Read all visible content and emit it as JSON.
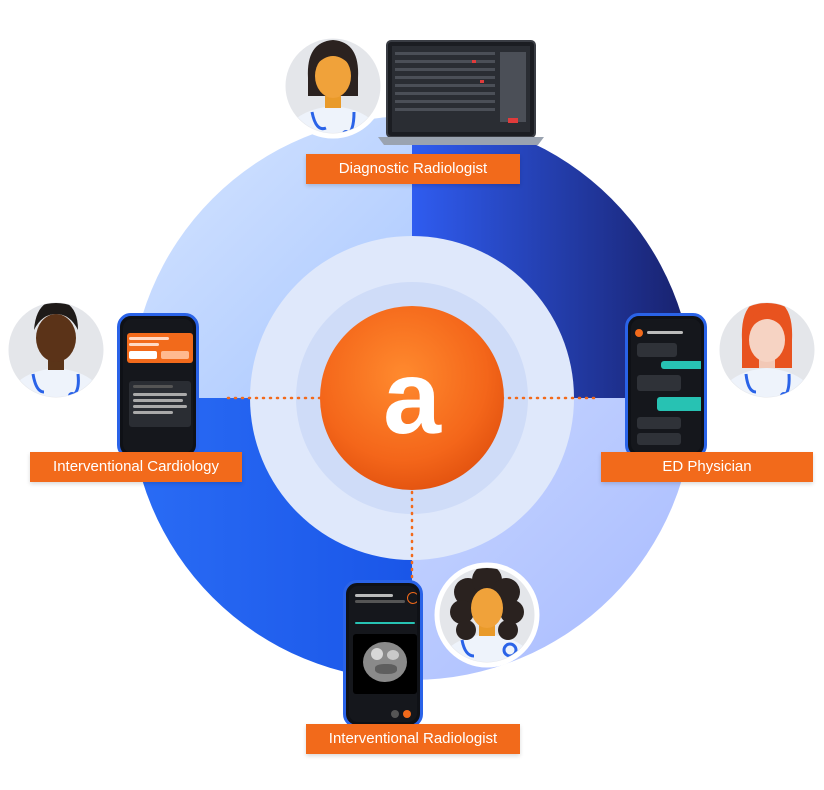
{
  "brand": {
    "logo_letter": "a",
    "accent": "#f26a1b",
    "ring_dark": "#1e3fbf",
    "ring_light": "#b9d2ff"
  },
  "roles": {
    "diagnostic_radiologist": "Diagnostic Radiologist",
    "interventional_cardiology": "Interventional Cardiology",
    "ed_physician": "ED Physician",
    "interventional_radiologist": "Interventional Radiologist"
  },
  "icons": {
    "avatars": [
      "female-doctor-icon",
      "male-doctor-icon",
      "redhead-doctor-icon",
      "curly-hair-doctor-icon"
    ],
    "devices": [
      "laptop-icon",
      "phone-icon"
    ]
  }
}
